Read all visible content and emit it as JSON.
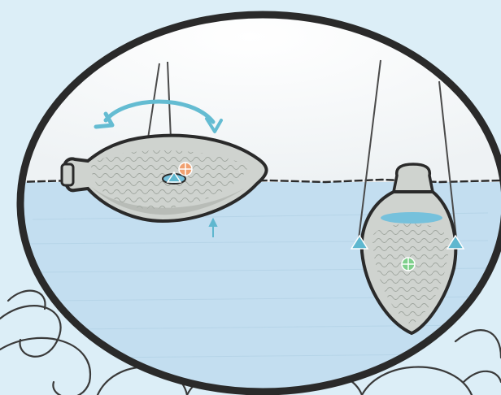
{
  "colors": {
    "page_background": "#dceef7",
    "sky": "#f7f9fa",
    "water": "#c3def0",
    "water_deep": "#b6d5ea",
    "outline": "#2a2a2a",
    "body_fill": "#cfd3cf",
    "body_shade": "#a8aea6",
    "rotation_arrow": "#64bcd2",
    "buoyancy_marker": "#5fb7cf",
    "gravity_marker": "#f0a070",
    "stability_marker": "#7fd08c",
    "inner_water": "#76c1dc",
    "waves": "#3a3a3a"
  },
  "icons": {
    "rotation": "curved-double-arrow",
    "upthrust": "small-up-arrow",
    "centre_of_buoyancy": "triangle-marker",
    "centre_of_gravity": "crosshair-circle",
    "side_anchor": "triangle-marker"
  },
  "scene": {
    "left_object": "bottle-floating-sideways",
    "right_object": "jar-suspended-upright"
  }
}
